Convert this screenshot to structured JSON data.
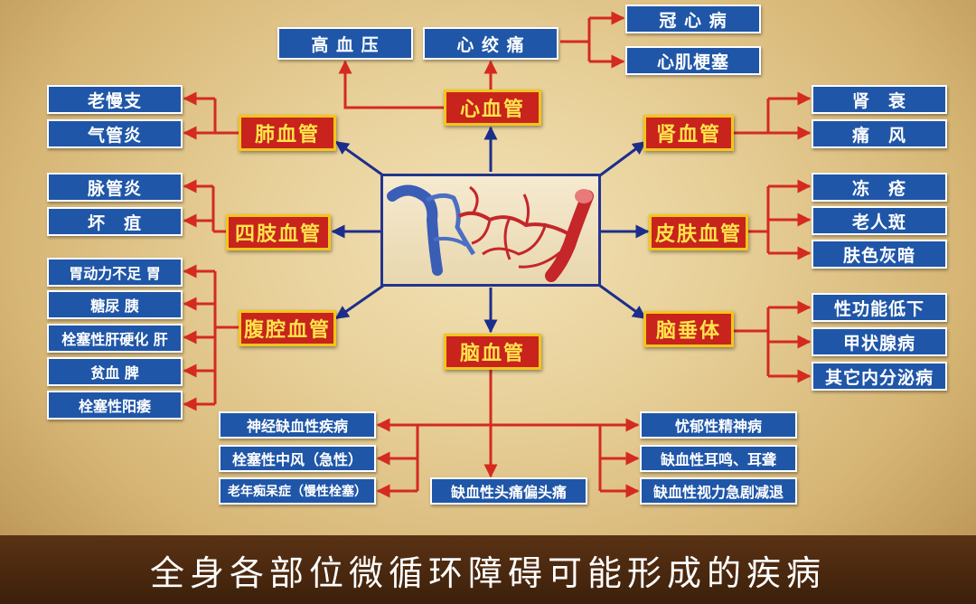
{
  "colors": {
    "line": "#d42a1f",
    "hub_arrow": "#1c2e8c",
    "box": "#1f56a8",
    "hub": "#c8231d",
    "hub_border": "#f4c51c",
    "hub_text": "#ffe34a"
  },
  "center_image": {
    "icon": "blood-vessel-network-icon"
  },
  "hubs": {
    "heart": "心血管",
    "lung": "肺血管",
    "kidney": "肾血管",
    "limbs": "四肢血管",
    "skin": "皮肤血管",
    "abdomen": "腹腔血管",
    "pituitary": "脑垂体",
    "brain": "脑血管"
  },
  "heart_items": [
    "高 血 压",
    "心 绞 痛"
  ],
  "angina_items": [
    "冠 心 病",
    "心肌梗塞"
  ],
  "lung_items": [
    "老慢支",
    "气管炎"
  ],
  "kidney_items": [
    "肾　衰",
    "痛　风"
  ],
  "limbs_items": [
    "脉管炎",
    "坏　疽"
  ],
  "skin_items": [
    "冻　疮",
    "老人斑",
    "肤色灰暗"
  ],
  "abdomen_items": [
    "胃动力不足 胃",
    "糖尿 胰",
    "栓塞性肝硬化 肝",
    "贫血 脾",
    "栓塞性阳痿"
  ],
  "pituitary_items": [
    "性功能低下",
    "甲状腺病",
    "其它内分泌病"
  ],
  "brain_left_items": [
    "神经缺血性疾病",
    "栓塞性中风（急性）",
    "老年痴呆症（慢性栓塞）"
  ],
  "brain_center_item": "缺血性头痛偏头痛",
  "brain_right_items": [
    "忧郁性精神病",
    "缺血性耳鸣、耳聋",
    "缺血性视力急剧减退"
  ],
  "footer_title": "全身各部位微循环障碍可能形成的疾病"
}
